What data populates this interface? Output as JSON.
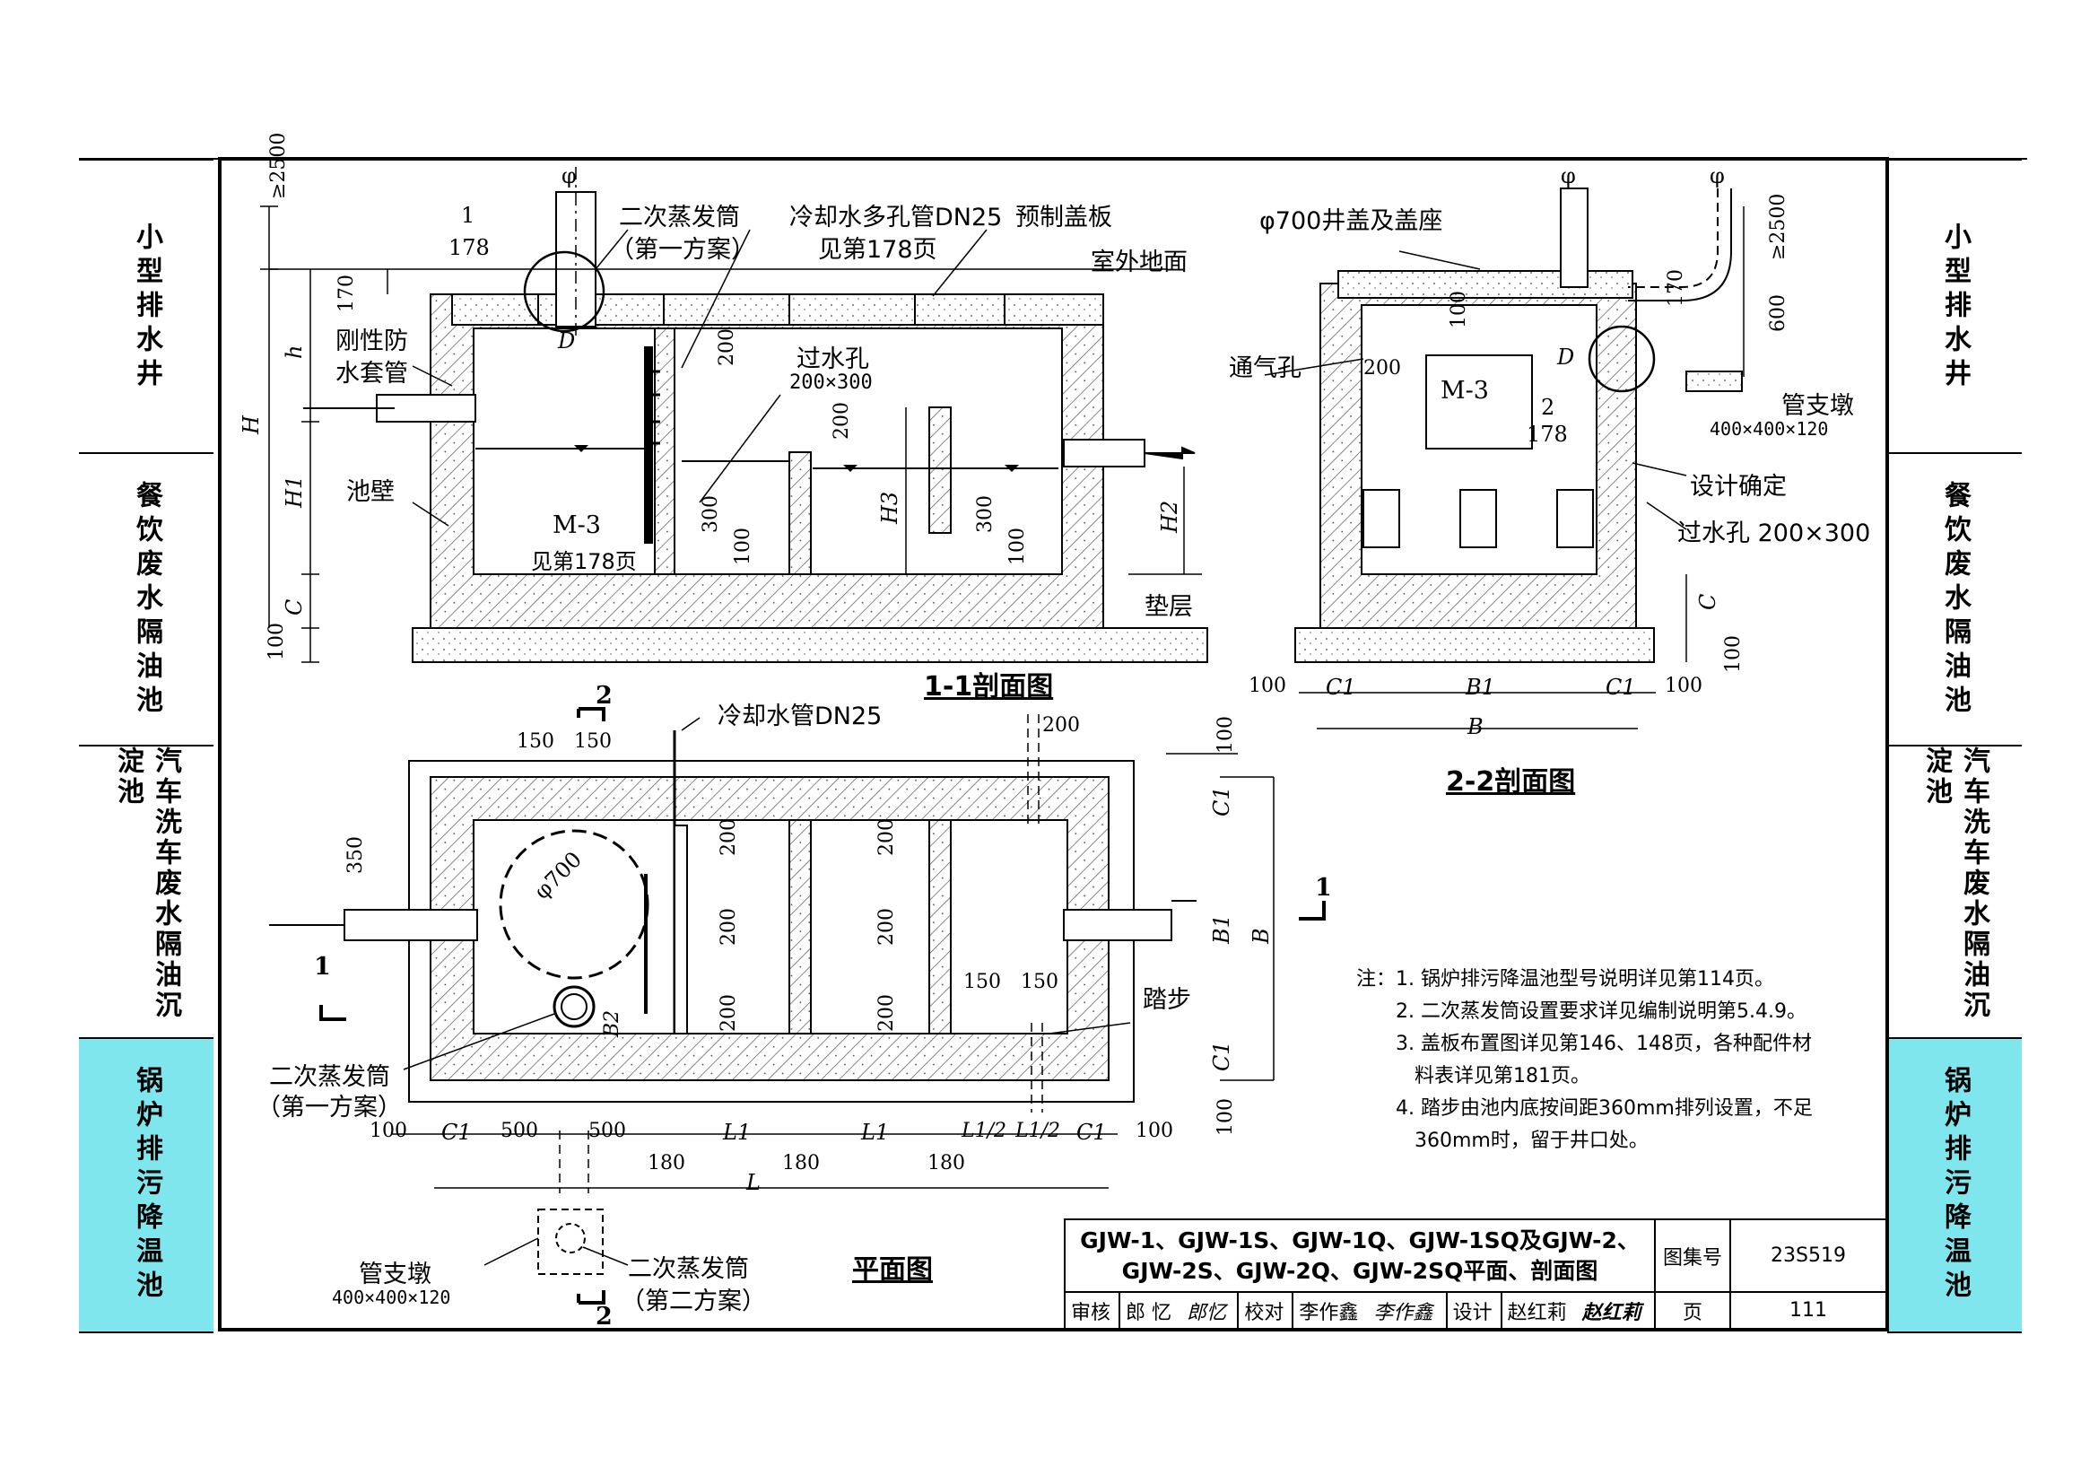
{
  "side_tabs_left": [
    {
      "label": "小型排水井",
      "highlight": false
    },
    {
      "label": "餐饮废水隔油池",
      "highlight": false
    },
    {
      "label": "汽车洗车废水隔油沉淀池",
      "highlight": false
    },
    {
      "label": "锅炉排污降温池",
      "highlight": true
    }
  ],
  "side_tabs_right": [
    {
      "label": "小型排水井",
      "highlight": false
    },
    {
      "label": "餐饮废水隔油池",
      "highlight": false
    },
    {
      "label": "汽车洗车废水隔油沉淀池",
      "highlight": false
    },
    {
      "label": "锅炉排污降温池",
      "highlight": true
    }
  ],
  "section_11": {
    "title": "1-1剖面图",
    "labels": {
      "secondary_evap": "二次蒸发筒",
      "scheme1": "（第一方案）",
      "cooling_pipe": "冷却水多孔管DN25",
      "see178": "见第178页",
      "precast_cover": "预制盖板",
      "ground": "室外地面",
      "rigid_sleeve_1": "刚性防",
      "rigid_sleeve_2": "水套管",
      "overflow_hole": "过水孔",
      "hole_size": "200×300",
      "wall": "池壁",
      "m3": "M-3",
      "m3_ref": "见第178页",
      "cushion": "垫层",
      "ref_num": "1",
      "ref_page": "178"
    },
    "dims": {
      "phi": "φ",
      "ge2500": "≥2500",
      "d170": "170",
      "h": "h",
      "H": "H",
      "H1": "H1",
      "C": "C",
      "d100": "100",
      "D": "D",
      "d200a": "200",
      "d200b": "200",
      "d300a": "300",
      "d100a": "100",
      "H3": "H3",
      "d300b": "300",
      "d100b": "100",
      "H2": "H2"
    }
  },
  "section_22": {
    "title": "2-2剖面图",
    "labels": {
      "manhole": "φ700井盖及盖座",
      "vent": "通气孔",
      "m3": "M-3",
      "pipe_pier": "管支墩",
      "pier_size": "400×400×120",
      "design": "设计确定",
      "overflow": "过水孔 200×300",
      "ref_num": "2",
      "ref_page": "178"
    },
    "dims": {
      "phi1": "φ",
      "phi2": "φ",
      "ge2500": "≥2500",
      "d600": "600",
      "d170": "170",
      "d100": "100",
      "d200": "200",
      "D": "D",
      "C": "C",
      "d100b": "100",
      "bottom": [
        "100",
        "C1",
        "B1",
        "C1",
        "100"
      ],
      "B": "B"
    }
  },
  "plan": {
    "title": "平面图",
    "labels": {
      "cooling_pipe": "冷却水管DN25",
      "phi700": "φ700",
      "secondary_evap1": "二次蒸发筒",
      "scheme1": "（第一方案）",
      "step": "踏步",
      "pipe_pier": "管支墩",
      "pier_size": "400×400×120",
      "secondary_evap2": "二次蒸发筒",
      "scheme2": "（第二方案）",
      "cut2_top": "2",
      "cut2_bottom": "2",
      "cut1_left": "1",
      "cut1_right": "1"
    },
    "dims": {
      "d150a": "150",
      "d150b": "150",
      "d200top": "200",
      "d350": "350",
      "d200_1": "200",
      "d200_2": "200",
      "d200_3": "200",
      "d200_4": "200",
      "d200_5": "200",
      "d200_6": "200",
      "d150c": "150",
      "d150d": "150",
      "B2": "B2",
      "right": [
        "100",
        "C1",
        "B1",
        "B",
        "C1",
        "100"
      ],
      "bottom": [
        "100",
        "C1",
        "500",
        "500",
        "L1",
        "L1",
        "L1/2",
        "L1/2",
        "C1",
        "100"
      ],
      "bottom2": [
        "180",
        "180",
        "180"
      ],
      "L": "L"
    }
  },
  "notes": {
    "head": "注：",
    "items": [
      "1. 锅炉排污降温池型号说明详见第114页。",
      "2. 二次蒸发筒设置要求详见编制说明第5.4.9。",
      "3. 盖板布置图详见第146、148页，各种配件材",
      "   料表详见第181页。",
      "4. 踏步由池内底按间距360mm排列设置，不足",
      "   360mm时，留于井口处。"
    ]
  },
  "title_block": {
    "title_line1": "GJW-1、GJW-1S、GJW-1Q、GJW-1SQ及GJW-2、",
    "title_line2": "GJW-2S、GJW-2Q、GJW-2SQ平面、剖面图",
    "atlas_label": "图集号",
    "atlas_no": "23S519",
    "review": "审核",
    "reviewer": "郎 忆",
    "reviewer_sig": "郎忆",
    "check": "校对",
    "checker": "李作鑫",
    "checker_sig": "李作鑫",
    "design": "设计",
    "designer": "赵红莉",
    "designer_sig": "赵红莉",
    "page_label": "页",
    "page_no": "111"
  }
}
